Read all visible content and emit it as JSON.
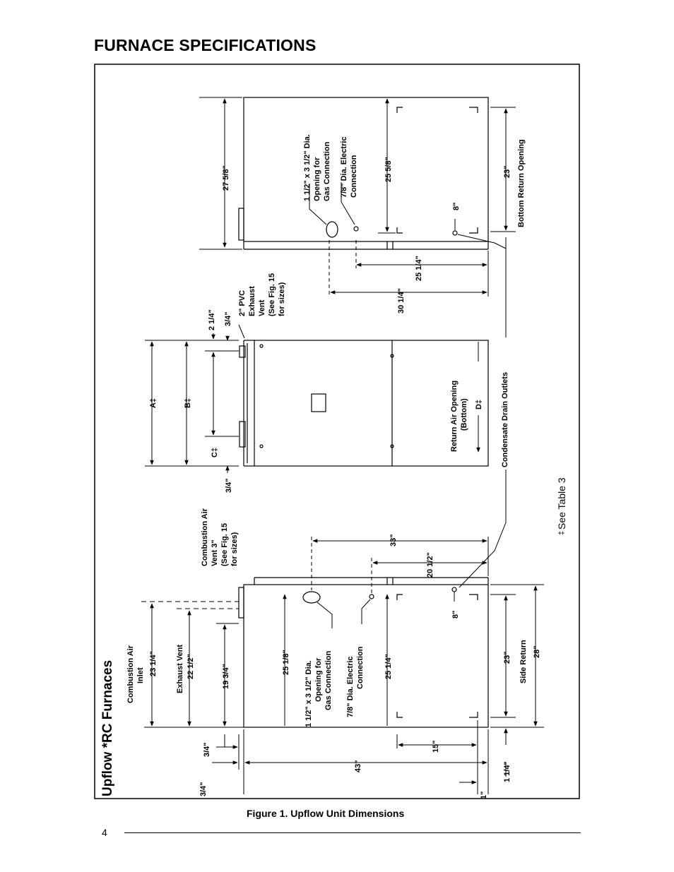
{
  "header": {
    "title": "FURNACE SPECIFICATIONS"
  },
  "figure": {
    "side_title": "Upflow *RC Furnaces",
    "caption": "Figure 1. Upflow Unit Dimensions",
    "footnote": "See Table 3",
    "footnote_mark": "‡"
  },
  "labels": {
    "top_height": "27  5/8\"",
    "top_gas_opening": [
      "1 1/2\"  x 3 1/2\" Dia.",
      "Opening for",
      "Gas Connection"
    ],
    "top_electric": [
      "7/8\" Dia. Electric",
      "Connection"
    ],
    "top_25_5_8": "25 5/8\"",
    "top_8": "8\"",
    "top_23": "23\"",
    "bottom_return": "Bottom Return Opening",
    "d_25_1_4": "25 1/4\"",
    "d_30_1_4": "30 1/4\"",
    "d_2_1_4": "2 1/4\"",
    "d_3_4_top": "3/4\"",
    "pvc_exhaust": [
      "2\" PVC",
      "Exhaust",
      "Vent",
      "(See Fig. 15",
      "for sizes)"
    ],
    "dim_a": "A‡",
    "dim_b": "B‡",
    "dim_c": "C‡",
    "d_3_4_mid": "3/4\"",
    "return_air": [
      "Return Air Opening",
      "(Bottom)"
    ],
    "dim_d": "D‡",
    "condensate": "Condensate Drain Outlets",
    "combustion_vent": [
      "Combustion Air",
      "Vent 3\"",
      "(See Fig. 15",
      "for sizes)"
    ],
    "d_33": "33\"",
    "d_20_1_2": "20 1/2\"",
    "combustion_inlet": [
      "Combustion Air",
      "Inlet"
    ],
    "d_23_1_4": "23 1/4\"",
    "exhaust_vent": "Exhaust Vent",
    "d_22_1_2": "22 1/2\"",
    "d_19_3_4": "19 3/4\"",
    "d_25_1_8": "25 1/8\"",
    "side_gas_opening": [
      "1 1/2\" x 3 1/2\" Dia.",
      "Opening for",
      "Gas Connection"
    ],
    "side_electric": [
      "7/8\" Dia. Electric",
      "Connection"
    ],
    "side_25_1_4": "25 1/4\"",
    "side_8": "8\"",
    "side_23": "23\"",
    "side_return": "Side Return",
    "side_28": "28\"",
    "d_3_4_low": "3/4\"",
    "d_3_4_bottom": "3/4\"",
    "d_43": "43\"",
    "d_15": "15\"",
    "d_1_1_4": "1 1/4\"",
    "d_1": "1\""
  },
  "page": {
    "number": "4"
  }
}
